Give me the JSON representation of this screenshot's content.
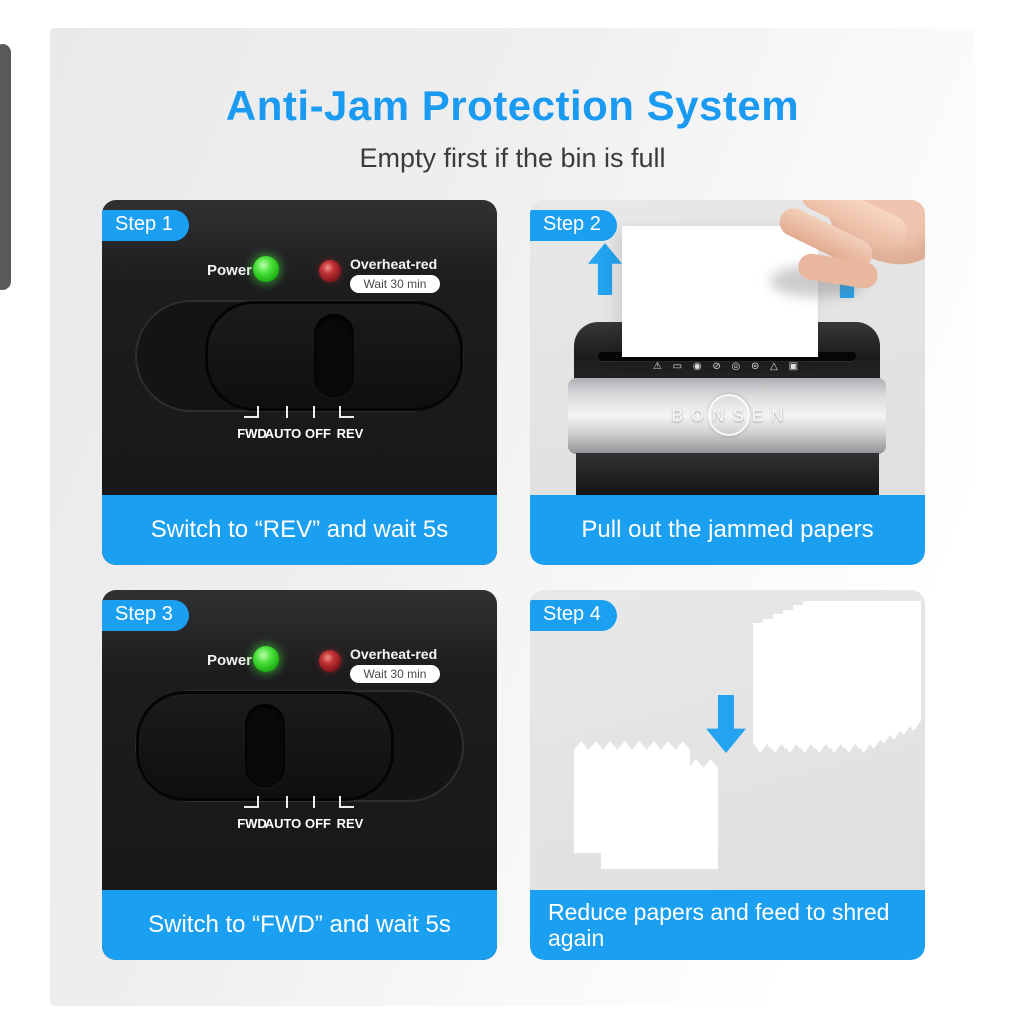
{
  "title": "Anti-Jam Protection System",
  "subtitle": "Empty first if the bin is full",
  "accent_blue": "#1b9ff0",
  "steps": [
    {
      "badge": "Step 1",
      "caption": "Switch to “REV” and wait 5s"
    },
    {
      "badge": "Step 2",
      "caption": "Pull out the jammed papers"
    },
    {
      "badge": "Step 3",
      "caption": "Switch to “FWD” and wait 5s"
    },
    {
      "badge": "Step 4",
      "caption": "Reduce papers and feed to shred again"
    }
  ],
  "control_panel": {
    "power_label": "Power",
    "overheat_label": "Overheat-red",
    "wait_label": "Wait 30 min",
    "positions": [
      "FWD",
      "AUTO",
      "OFF",
      "REV"
    ],
    "led_green": "#35d02e",
    "led_red": "#a32026"
  },
  "shredder": {
    "brand": "BONSEN",
    "safety_icons": "⚠ ▭ ◉ ⊘ ◎ ⊜ △ ▣"
  }
}
